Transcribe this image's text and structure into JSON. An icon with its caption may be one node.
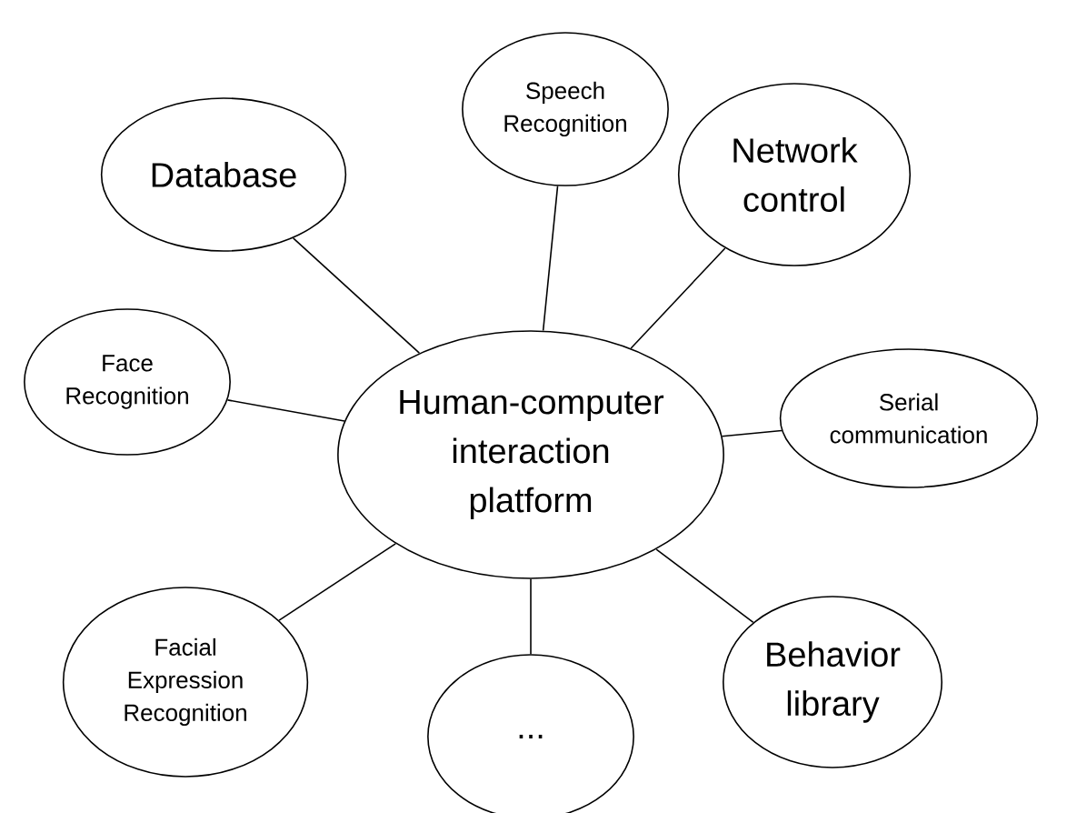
{
  "diagram": {
    "nodes": [
      {
        "text": [
          "Human-computer interaction platform"
        ]
      },
      {
        "text": [
          "Speech Recognition"
        ]
      },
      {
        "text": [
          "Database"
        ]
      },
      {
        "text": [
          "Network control"
        ]
      },
      {
        "text": [
          "Face Recognition"
        ]
      },
      {
        "text": [
          "Serial communication"
        ]
      },
      {
        "text": [
          "Facial Expression Recognition"
        ]
      },
      {
        "text": [
          "Behavior library"
        ]
      },
      {
        "text": [
          "..."
        ]
      }
    ],
    "edges": [
      {
        "from": 0,
        "to": 1,
        "arrow": "none"
      },
      {
        "from": 0,
        "to": 2,
        "arrow": "none"
      },
      {
        "from": 0,
        "to": 3,
        "arrow": "none"
      },
      {
        "from": 0,
        "to": 4,
        "arrow": "none"
      },
      {
        "from": 0,
        "to": 5,
        "arrow": "none"
      },
      {
        "from": 0,
        "to": 6,
        "arrow": "none"
      },
      {
        "from": 0,
        "to": 7,
        "arrow": "none"
      },
      {
        "from": 0,
        "to": 8,
        "arrow": "none"
      }
    ]
  }
}
